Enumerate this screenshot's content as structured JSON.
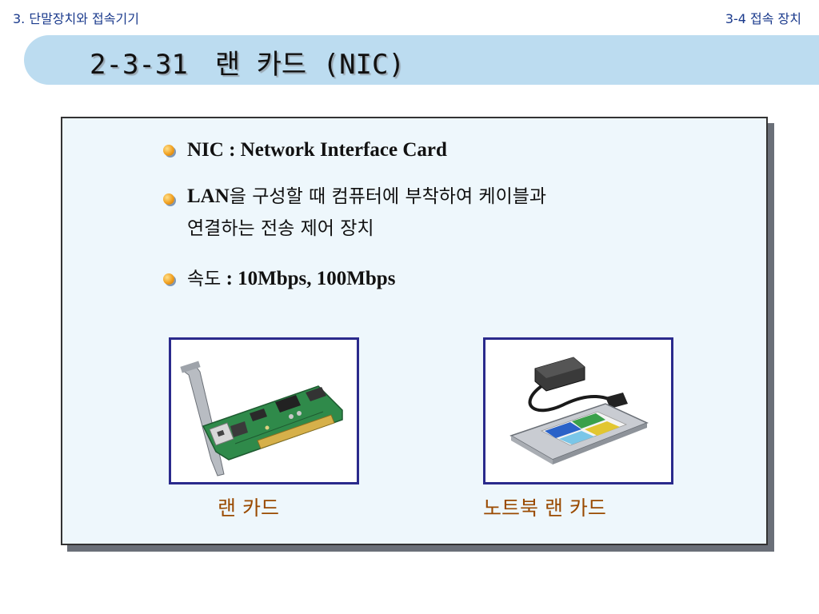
{
  "header": {
    "chapter": "3. 단말장치와 접속기기",
    "section": "3-4 접속 장치"
  },
  "title": "2-3-31　랜 카드 (NIC)",
  "bullets": {
    "b1": {
      "text": "NIC : Network Interface Card"
    },
    "b2": {
      "latin": "LAN",
      "line1_rest": "을 구성할 때 컴퓨터에 부착하여 케이블과",
      "line2": "연결하는 전송 제어 장치"
    },
    "b3": {
      "kr": "속도",
      "rest": " : 10Mbps, 100Mbps"
    }
  },
  "figures": {
    "fig1": {
      "caption": "랜 카드",
      "icon": "pci-network-card-photo"
    },
    "fig2": {
      "caption": "노트북 랜 카드",
      "icon": "pcmcia-network-card-photo"
    }
  },
  "colors": {
    "header_text": "#1a3a8c",
    "title_bar": "#bcdcf0",
    "panel_bg": "#eef7fc",
    "bullet": "#f0a020",
    "caption": "#9a4a00",
    "frame_border": "#2a2a8c"
  }
}
